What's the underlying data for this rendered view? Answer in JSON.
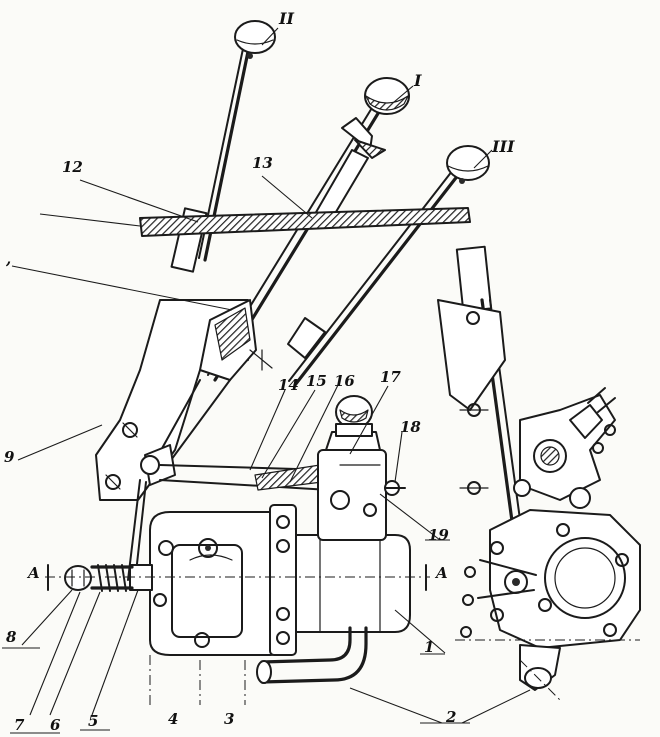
{
  "roman_labels": {
    "I": "I",
    "II": "II",
    "III": "III"
  },
  "callouts": {
    "c1": "1",
    "c2": "2",
    "c3": "3",
    "c4": "4",
    "c5": "5",
    "c6": "6",
    "c7": "7",
    "c8": "8",
    "c9": "9",
    "c12": "12",
    "c13": "13",
    "c14": "14",
    "c15": "15",
    "c16": "16",
    "c17": "17",
    "c18": "18",
    "c19": "19"
  },
  "section": {
    "left": "A",
    "right": "A"
  },
  "stray_mark": ","
}
